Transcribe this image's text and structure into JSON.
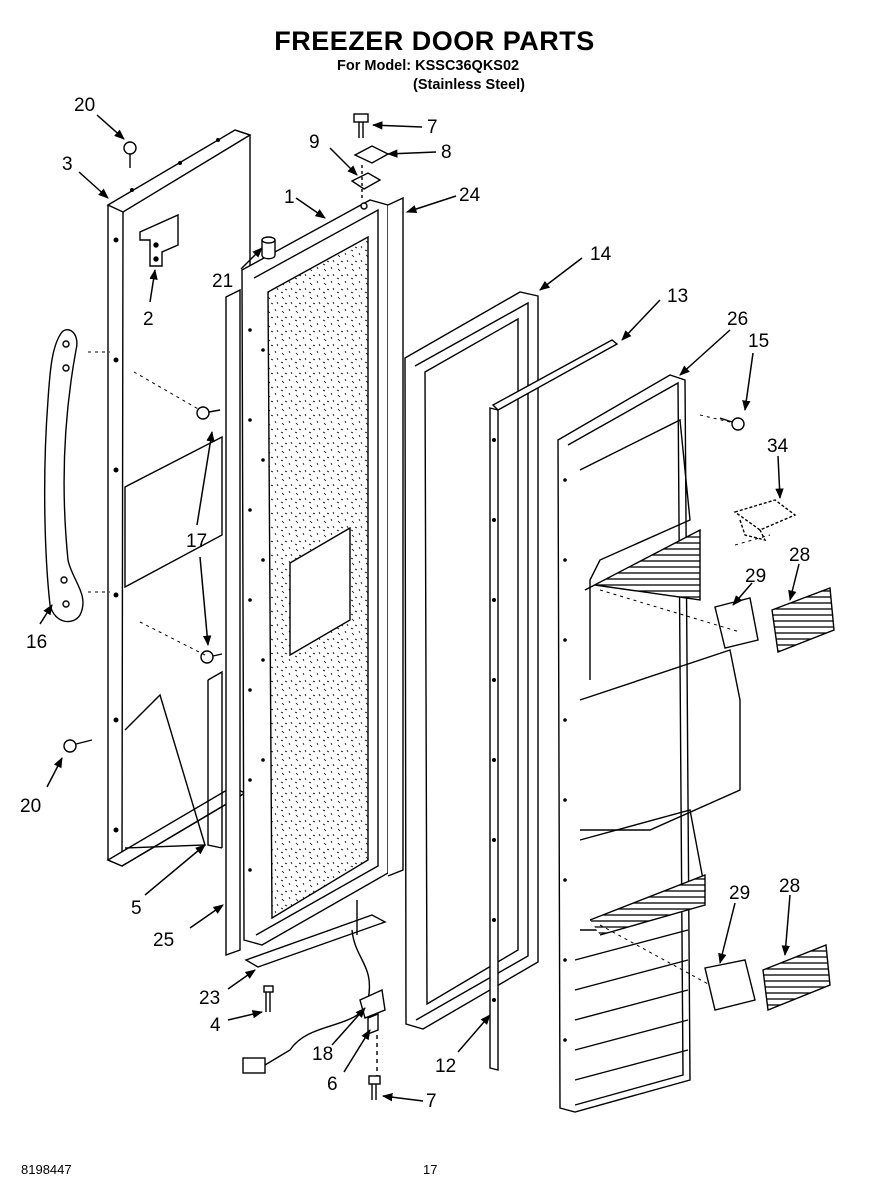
{
  "header": {
    "title": "FREEZER DOOR PARTS",
    "model_line": "For Model: KSSC36QKS02",
    "finish_line": "(Stainless Steel)"
  },
  "footer": {
    "doc_number": "8198447",
    "page_number": "17"
  },
  "callouts": [
    {
      "key": "c20a",
      "label": "20"
    },
    {
      "key": "c3",
      "label": "3"
    },
    {
      "key": "c2",
      "label": "2"
    },
    {
      "key": "c16",
      "label": "16"
    },
    {
      "key": "c17",
      "label": "17"
    },
    {
      "key": "c20b",
      "label": "20"
    },
    {
      "key": "c5",
      "label": "5"
    },
    {
      "key": "c25",
      "label": "25"
    },
    {
      "key": "c23",
      "label": "23"
    },
    {
      "key": "c4",
      "label": "4"
    },
    {
      "key": "c18",
      "label": "18"
    },
    {
      "key": "c6",
      "label": "6"
    },
    {
      "key": "c7b",
      "label": "7"
    },
    {
      "key": "c1",
      "label": "1"
    },
    {
      "key": "c21",
      "label": "21"
    },
    {
      "key": "c9",
      "label": "9"
    },
    {
      "key": "c7a",
      "label": "7"
    },
    {
      "key": "c8",
      "label": "8"
    },
    {
      "key": "c24",
      "label": "24"
    },
    {
      "key": "c14",
      "label": "14"
    },
    {
      "key": "c13",
      "label": "13"
    },
    {
      "key": "c12",
      "label": "12"
    },
    {
      "key": "c26",
      "label": "26"
    },
    {
      "key": "c15",
      "label": "15"
    },
    {
      "key": "c34",
      "label": "34"
    },
    {
      "key": "c28a",
      "label": "28"
    },
    {
      "key": "c29a",
      "label": "29"
    },
    {
      "key": "c29b",
      "label": "29"
    },
    {
      "key": "c28b",
      "label": "28"
    }
  ]
}
